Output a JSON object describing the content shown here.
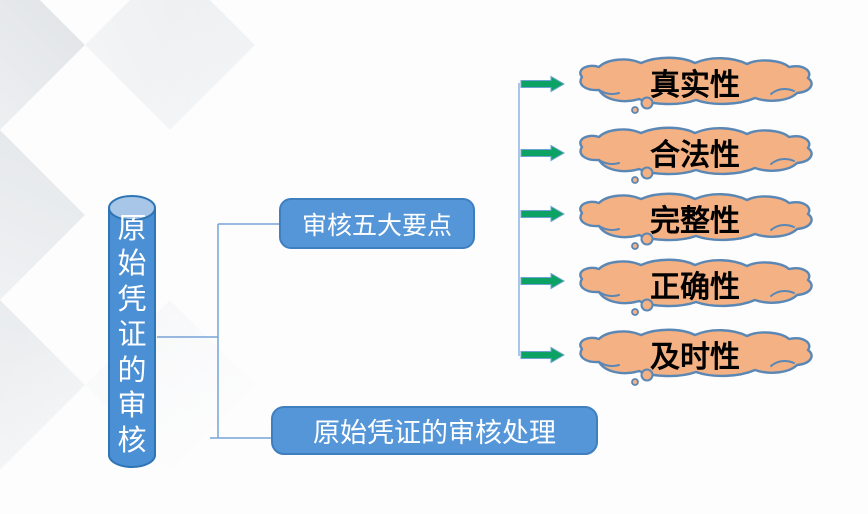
{
  "diagram": {
    "root": {
      "label": "原始凭证的审核",
      "shape": "cylinder"
    },
    "branches": [
      {
        "label": "审核五大要点"
      },
      {
        "label": "原始凭证的审核处理"
      }
    ],
    "audit_points": [
      {
        "label": "真实性"
      },
      {
        "label": "合法性"
      },
      {
        "label": "完整性"
      },
      {
        "label": "正确性"
      },
      {
        "label": "及时性"
      }
    ],
    "colors": {
      "node_fill": "#5596d8",
      "node_border": "#2e75b6",
      "cylinder_top": "#a8c6e8",
      "cloud_fill": "#f4b183",
      "cloud_border": "#5b87b5",
      "arrow_green": "#0ca263",
      "connector_blue": "#78a4d6",
      "pattern_gray": "#e6e9eb"
    }
  }
}
